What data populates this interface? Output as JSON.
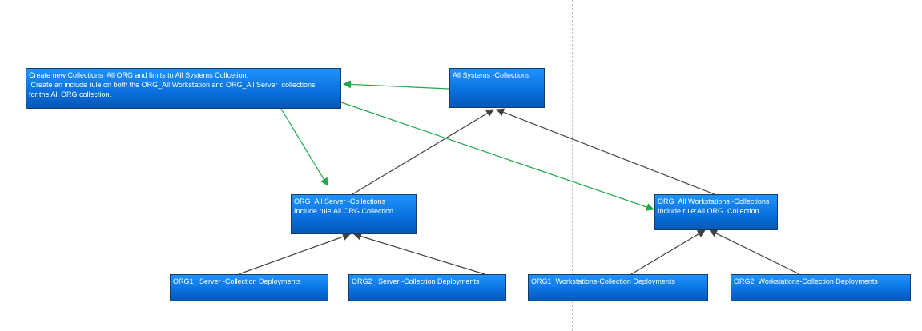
{
  "nodes": {
    "create_collections": {
      "lines": [
        "Create new Collections  All ORG and limits to All Systems Collcetion.",
        " Create an include rule on both the ORG_All Workstation and ORG_All Server  collections",
        "for the All ORG collection."
      ]
    },
    "all_systems": {
      "lines": [
        "All Systems -Collections"
      ]
    },
    "org_all_server": {
      "lines": [
        "ORG_All Server -Collections",
        "Include rule:All ORG Collection"
      ]
    },
    "org_all_workstations": {
      "lines": [
        "ORG_All Workstations -Collections",
        "Include rule:All ORG  Collection"
      ]
    },
    "org1_server": {
      "lines": [
        "ORG1_ Server -Collection Deployments"
      ]
    },
    "org2_server": {
      "lines": [
        "ORG2_ Server -Collection Deployments"
      ]
    },
    "org1_workstations": {
      "lines": [
        "ORG1_Workstations-Collection Deployments"
      ]
    },
    "org2_workstations": {
      "lines": [
        "ORG2_Workstations-Collection Deployments"
      ]
    }
  },
  "colors": {
    "node_fill": "#0a72e0",
    "node_border": "#1a3a66",
    "node_text": "#ffffff",
    "hierarchy_arrow": "#404040",
    "include_arrow": "#1fa84a",
    "divider": "#b8b8b8"
  }
}
